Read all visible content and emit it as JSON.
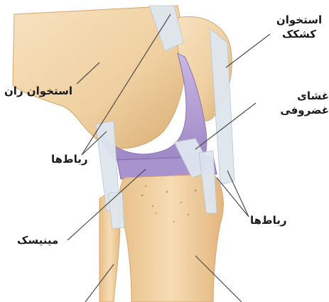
{
  "labels": {
    "patella": "استخوان\nکشکک",
    "femur": "استخوان ران",
    "cartilage": "غشای غضروفی",
    "ligaments_left": "رباط‌ها",
    "ligaments_right": "رباط‌ها",
    "meniscus": "مینیسک"
  },
  "colors": {
    "bone": "#f0d1a3",
    "bone_shadow": "#d9ad74",
    "cartilage": "#b7a3d6",
    "ligament": "#dde6ee",
    "leader_line": "#4d4d4d"
  }
}
